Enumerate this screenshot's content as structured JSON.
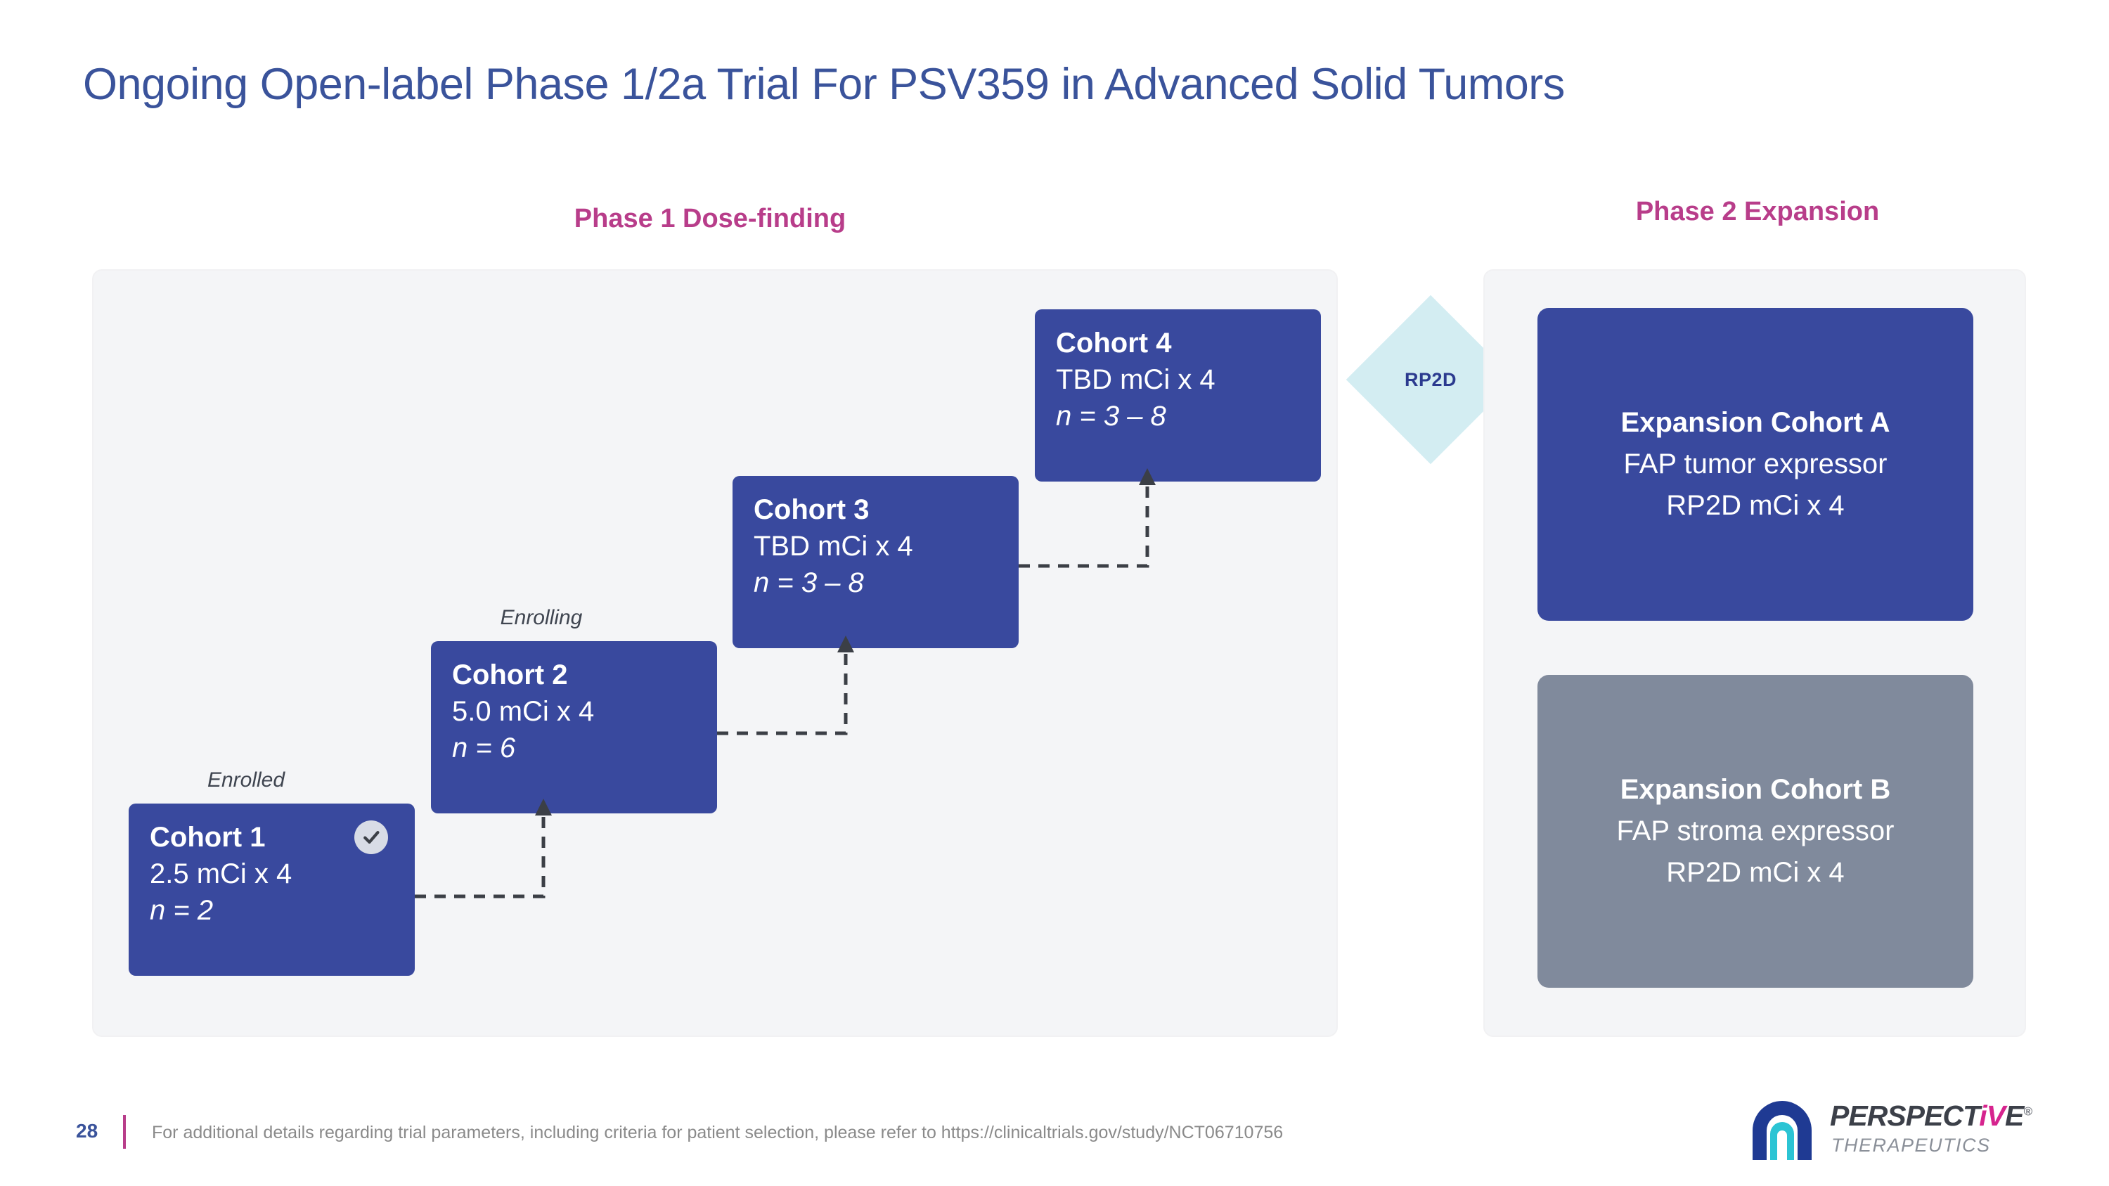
{
  "slide": {
    "title": "Ongoing Open-label Phase 1/2a Trial For PSV359 in Advanced Solid Tumors"
  },
  "phase1": {
    "header": "Phase 1 Dose-finding",
    "status_labels": {
      "cohort1": "Enrolled",
      "cohort2": "Enrolling"
    },
    "cohorts": [
      {
        "title": "Cohort 1",
        "dose": "2.5 mCi x 4",
        "n": "n = 2",
        "status_icon": "check-circle-icon"
      },
      {
        "title": "Cohort 2",
        "dose": "5.0 mCi x 4",
        "n": "n = 6",
        "status_icon": ""
      },
      {
        "title": "Cohort 3",
        "dose": "TBD mCi x 4",
        "n": "n = 3 – 8",
        "status_icon": ""
      },
      {
        "title": "Cohort 4",
        "dose": "TBD mCi x 4",
        "n": "n = 3 – 8",
        "status_icon": ""
      }
    ]
  },
  "transition": {
    "label": "RP2D",
    "shape": "diamond"
  },
  "phase2": {
    "header": "Phase 2 Expansion",
    "cohorts": [
      {
        "title": "Expansion Cohort A",
        "line1": "FAP tumor expressor",
        "line2": "RP2D mCi x 4",
        "color": "#39499e"
      },
      {
        "title": "Expansion Cohort B",
        "line1": "FAP stroma expressor",
        "line2": "RP2D mCi x 4",
        "color": "#808a9c"
      }
    ]
  },
  "footer": {
    "page_number": "28",
    "note": "For additional details regarding trial parameters, including criteria for patient selection, please refer to https://clinicaltrials.gov/study/NCT06710756"
  },
  "logo": {
    "word_part1": "PERSPECT",
    "word_accent_i": "i",
    "word_accent_v": "V",
    "word_part2": "E",
    "registered": "®",
    "subtitle": "THERAPEUTICS"
  },
  "colors": {
    "title_blue": "#3a539b",
    "header_magenta": "#b83d8a",
    "cohort_blue": "#39499e",
    "expansion_gray": "#808a9c",
    "panel_bg": "#f4f5f7",
    "diamond_cyan": "#d3edf2"
  }
}
